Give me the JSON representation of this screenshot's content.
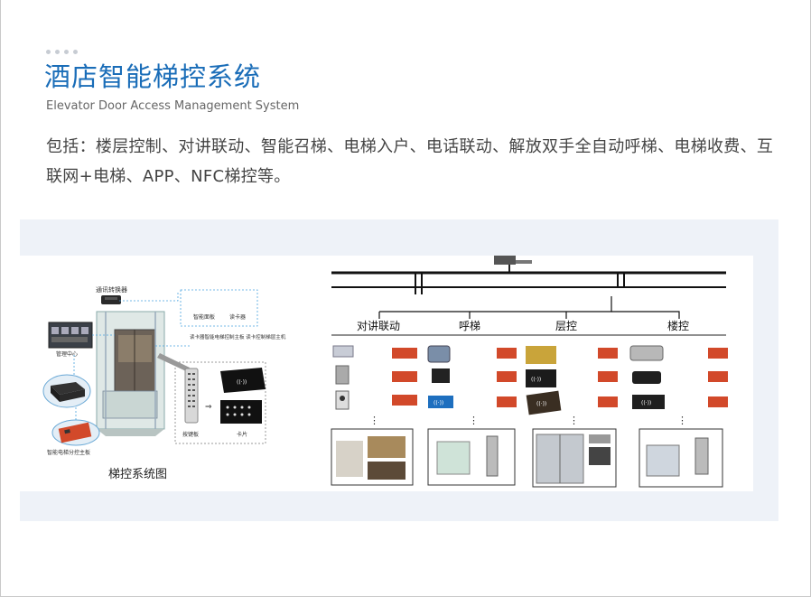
{
  "header": {
    "title": "酒店智能梯控系统",
    "subtitle": "Elevator Door Access Management System"
  },
  "description": "包括：楼层控制、对讲联动、智能召梯、电梯入户、电话联动、解放双手全自动呼梯、电梯收费、互联网+电梯、APP、NFC梯控等。",
  "diagram": {
    "caption": "梯控系统图",
    "left_labels": {
      "top_device": "通讯转换器",
      "center": "管理中心",
      "reader": "读卡器",
      "control": "智能电梯分控主板",
      "panel": "智能面板",
      "keypad": "按键板",
      "card": "卡片",
      "note": "读卡器智能电梯控制主板\n读卡控制梯层主机"
    },
    "branches": [
      {
        "label": "对讲联动"
      },
      {
        "label": "呼梯"
      },
      {
        "label": "层控"
      },
      {
        "label": "楼控"
      }
    ],
    "ellipsis": "⋮"
  },
  "colors": {
    "accent": "#1a6db8",
    "panel_bg": "#eef2f8",
    "board_red": "#d2492a"
  }
}
